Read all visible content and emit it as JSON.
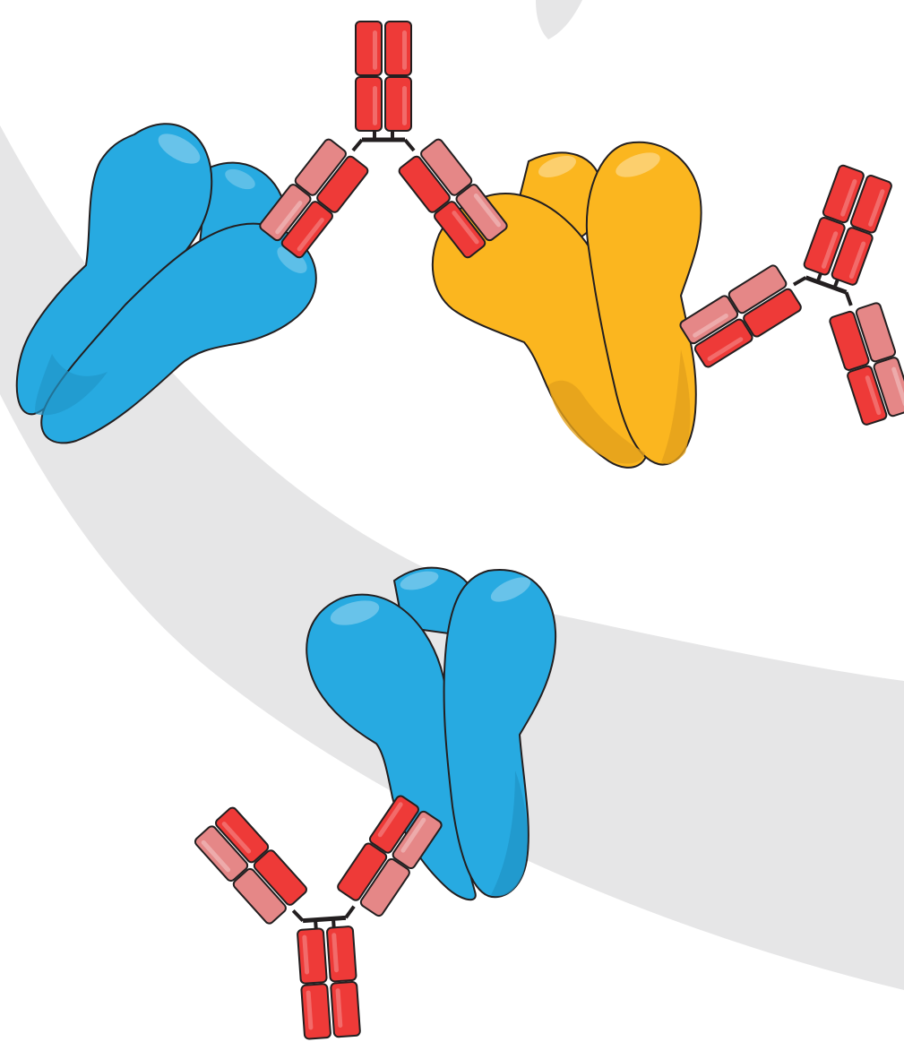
{
  "colors": {
    "background": "#ffffff",
    "swoosh": "#e6e6e7",
    "antigen_blue": "#27aae1",
    "antigen_blue_shade": "#2196c9",
    "antigen_yellow": "#fbb61f",
    "antigen_yellow_shade": "#e3a11c",
    "heavy_chain_red": "#ee3a38",
    "light_chain_pink": "#e58787",
    "outline": "#231f20"
  },
  "diagram": {
    "antigens": [
      {
        "name": "blue-antigen-top-left",
        "color": "antigen_blue"
      },
      {
        "name": "yellow-antigen-top-right",
        "color": "antigen_yellow"
      },
      {
        "name": "blue-antigen-bottom",
        "color": "antigen_blue"
      }
    ],
    "antibodies": [
      {
        "name": "antibody-bridging-blue-and-yellow"
      },
      {
        "name": "antibody-bound-to-yellow"
      },
      {
        "name": "antibody-bound-to-bottom-blue"
      }
    ]
  }
}
